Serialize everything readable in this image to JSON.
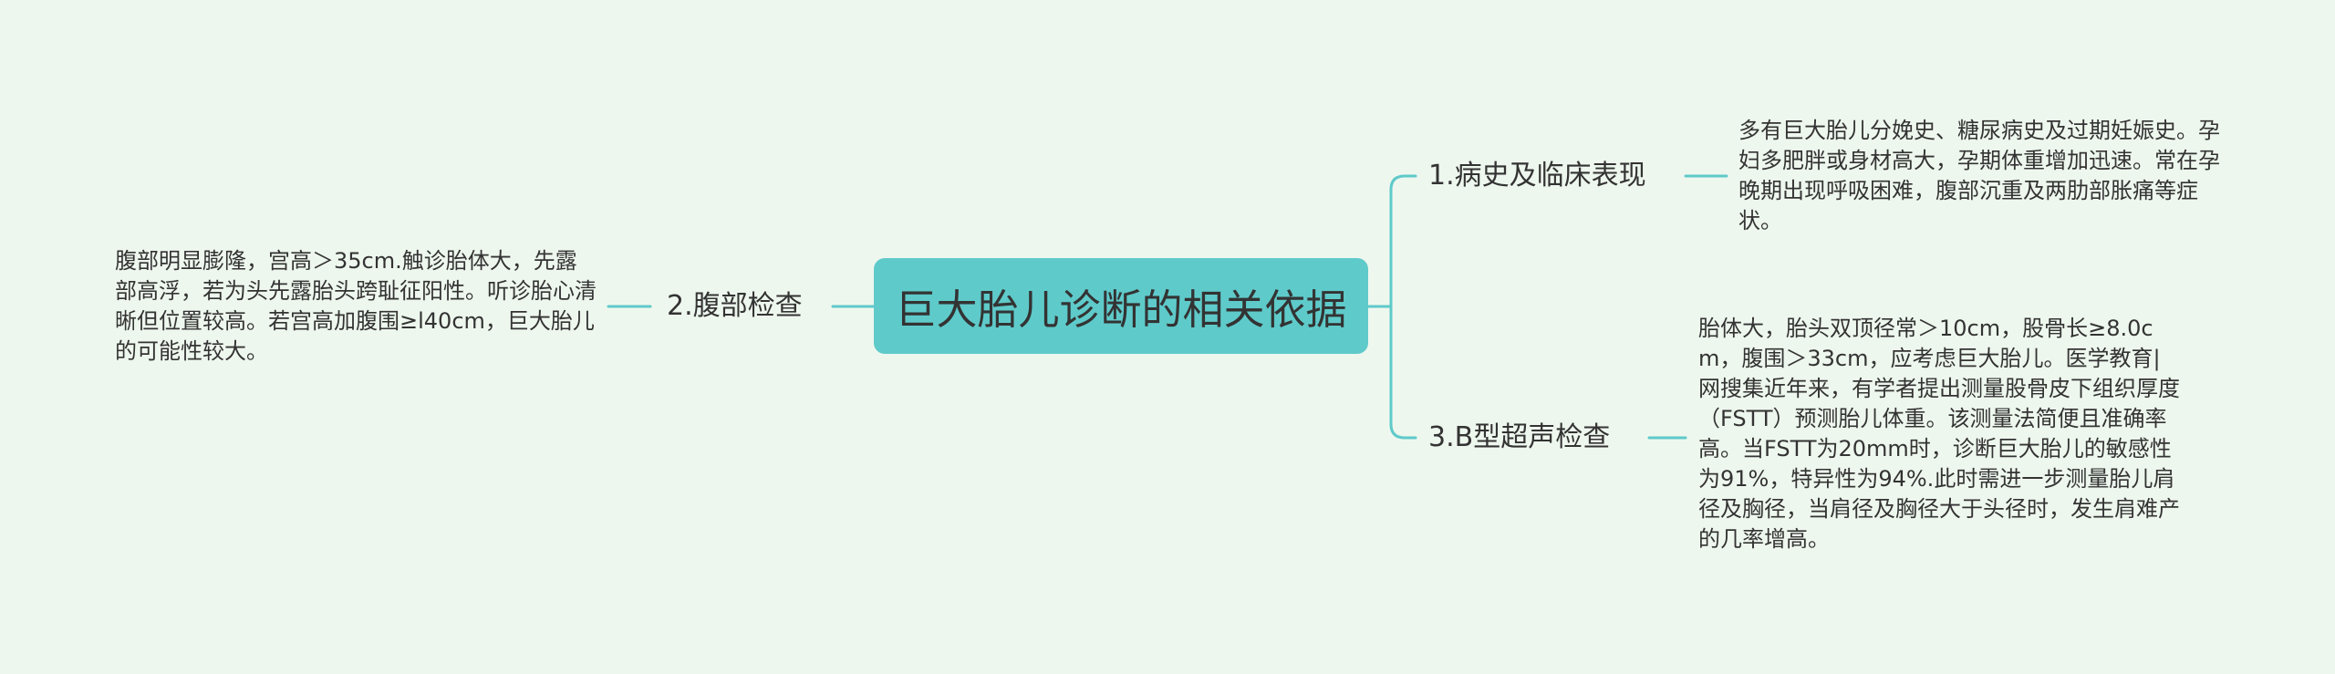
{
  "root": {
    "title": "巨大胎儿诊断的相关依据"
  },
  "branches": [
    {
      "label": "1.病史及临床表现",
      "detail": "多有巨大胎儿分娩史、糖尿病史及过期妊娠史。孕妇多肥胖或身材高大，孕期体重增加迅速。常在孕晚期出现呼吸困难，腹部沉重及两肋部胀痛等症状。"
    },
    {
      "label": "3.B型超声检查",
      "detail": "胎体大，胎头双顶径常＞10cm，股骨长≥8.0cm，腹围＞33cm，应考虑巨大胎儿。医学教育|网搜集近年来，有学者提出测量股骨皮下组织厚度（FSTT）预测胎儿体重。该测量法简便且准确率高。当FSTT为20mm时，诊断巨大胎儿的敏感性为91%，特异性为94%.此时需进一步测量胎儿肩径及胸径，当肩径及胸径大于头径时，发生肩难产的几率增高。"
    },
    {
      "label": "2.腹部检查",
      "detail": "腹部明显膨隆，宫高＞35cm.触诊胎体大，先露部高浮，若为头先露胎头跨耻征阳性。听诊胎心清晰但位置较高。若宫高加腹围≥l40cm，巨大胎儿的可能性较大。"
    }
  ],
  "colors": {
    "background": "#eef7ee",
    "root_fill": "#5fcaca",
    "connector": "#5fcaca",
    "text": "#333333"
  }
}
